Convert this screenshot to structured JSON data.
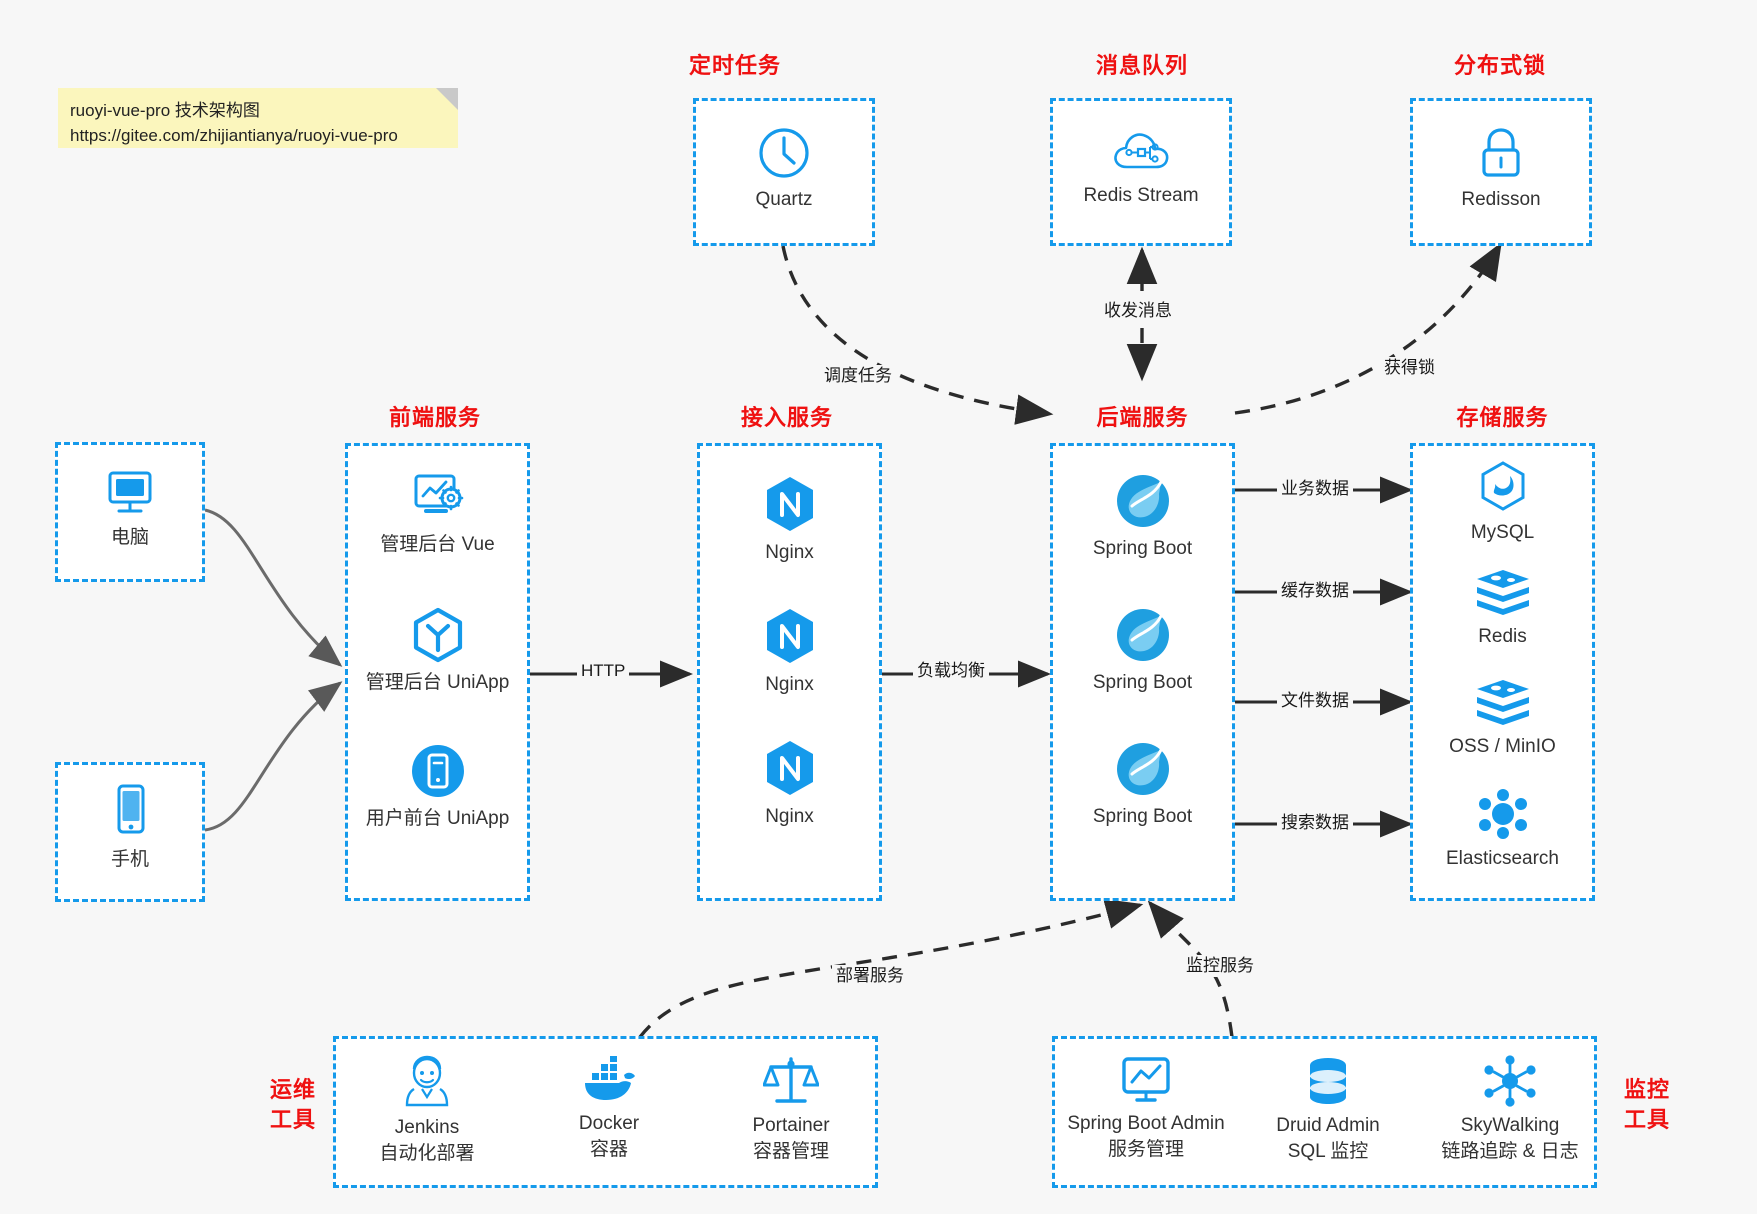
{
  "note": {
    "line1": "ruoyi-vue-pro 技术架构图",
    "line2": "https://gitee.com/zhijiantianya/ruoyi-vue-pro"
  },
  "colors": {
    "accent_blue": "#159aeb",
    "title_red": "#ef1111",
    "background": "#f7f7f7",
    "note_yellow": "#fbf6bd",
    "arrow_gray": "#595959",
    "text": "#333333"
  },
  "groups": {
    "scheduled_task": {
      "title": "定时任务"
    },
    "message_queue": {
      "title": "消息队列"
    },
    "distributed_lock": {
      "title": "分布式锁"
    },
    "frontend": {
      "title": "前端服务"
    },
    "gateway": {
      "title": "接入服务"
    },
    "backend": {
      "title": "后端服务"
    },
    "storage": {
      "title": "存储服务"
    },
    "devops": {
      "title_line1": "运维",
      "title_line2": "工具"
    },
    "monitor": {
      "title_line1": "监控",
      "title_line2": "工具"
    }
  },
  "clients": [
    {
      "label": "电脑",
      "icon": "desktop-icon"
    },
    {
      "label": "手机",
      "icon": "mobile-icon"
    }
  ],
  "scheduled_task_nodes": [
    {
      "label": "Quartz",
      "icon": "clock-icon"
    }
  ],
  "message_queue_nodes": [
    {
      "label": "Redis Stream",
      "icon": "cloud-network-icon"
    }
  ],
  "distributed_lock_nodes": [
    {
      "label": "Redisson",
      "icon": "lock-icon"
    }
  ],
  "frontend_nodes": [
    {
      "label": "管理后台 Vue",
      "icon": "dashboard-gear-icon"
    },
    {
      "label": "管理后台 UniApp",
      "icon": "hexagon-cube-icon"
    },
    {
      "label": "用户前台 UniApp",
      "icon": "phone-circle-icon"
    }
  ],
  "gateway_nodes": [
    {
      "label": "Nginx",
      "icon": "nginx-icon"
    },
    {
      "label": "Nginx",
      "icon": "nginx-icon"
    },
    {
      "label": "Nginx",
      "icon": "nginx-icon"
    }
  ],
  "backend_nodes": [
    {
      "label": "Spring Boot",
      "icon": "spring-leaf-icon"
    },
    {
      "label": "Spring Boot",
      "icon": "spring-leaf-icon"
    },
    {
      "label": "Spring Boot",
      "icon": "spring-leaf-icon"
    }
  ],
  "storage_nodes": [
    {
      "label": "MySQL",
      "icon": "mysql-dolphin-icon"
    },
    {
      "label": "Redis",
      "icon": "redis-stack-icon"
    },
    {
      "label": "OSS / MinIO",
      "icon": "oss-stack-icon"
    },
    {
      "label": "Elasticsearch",
      "icon": "elasticsearch-icon"
    }
  ],
  "devops_nodes": [
    {
      "label": "Jenkins",
      "sub": "自动化部署",
      "icon": "jenkins-butler-icon"
    },
    {
      "label": "Docker",
      "sub": "容器",
      "icon": "docker-whale-icon"
    },
    {
      "label": "Portainer",
      "sub": "容器管理",
      "icon": "portainer-scale-icon"
    }
  ],
  "monitor_nodes": [
    {
      "label": "Spring Boot Admin",
      "sub": "服务管理",
      "icon": "monitor-chart-icon"
    },
    {
      "label": "Druid Admin",
      "sub": "SQL 监控",
      "icon": "database-icon"
    },
    {
      "label": "SkyWalking",
      "sub": "链路追踪 & 日志",
      "icon": "skywalking-icon"
    }
  ],
  "edge_labels": {
    "http": "HTTP",
    "load_balance": "负载均衡",
    "schedule_task": "调度任务",
    "send_receive_message": "收发消息",
    "acquire_lock": "获得锁",
    "business_data": "业务数据",
    "cache_data": "缓存数据",
    "file_data": "文件数据",
    "search_data": "搜索数据",
    "deploy_service": "部署服务",
    "monitor_service": "监控服务"
  }
}
